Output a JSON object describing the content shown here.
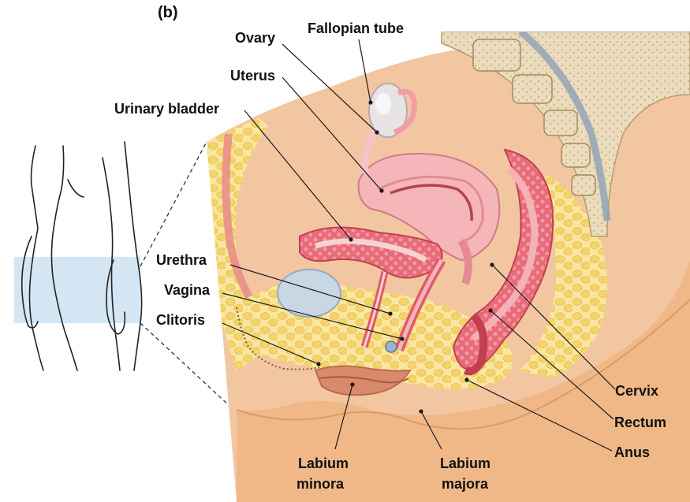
{
  "panel_label": "(b)",
  "labels": {
    "ovary": "Ovary",
    "fallopian_tube": "Fallopian tube",
    "uterus": "Uterus",
    "urinary_bladder": "Urinary bladder",
    "urethra": "Urethra",
    "vagina": "Vagina",
    "clitoris": "Clitoris",
    "cervix": "Cervix",
    "rectum": "Rectum",
    "anus": "Anus",
    "labium_minora_1": "Labium",
    "labium_minora_2": "minora",
    "labium_majora_1": "Labium",
    "labium_majora_2": "majora"
  },
  "colors": {
    "skin": "#f2c29a",
    "skin_dark": "#e0a47a",
    "fat": "#f7e08a",
    "muscle_pink": "#f4b6b9",
    "mucosa_red": "#e05a6a",
    "bladder_lumen": "#f7d3cf",
    "bone": "#e9dcc0",
    "vessel_blue": "#9fb3c8",
    "highlight_box": "#cfe3f2"
  }
}
